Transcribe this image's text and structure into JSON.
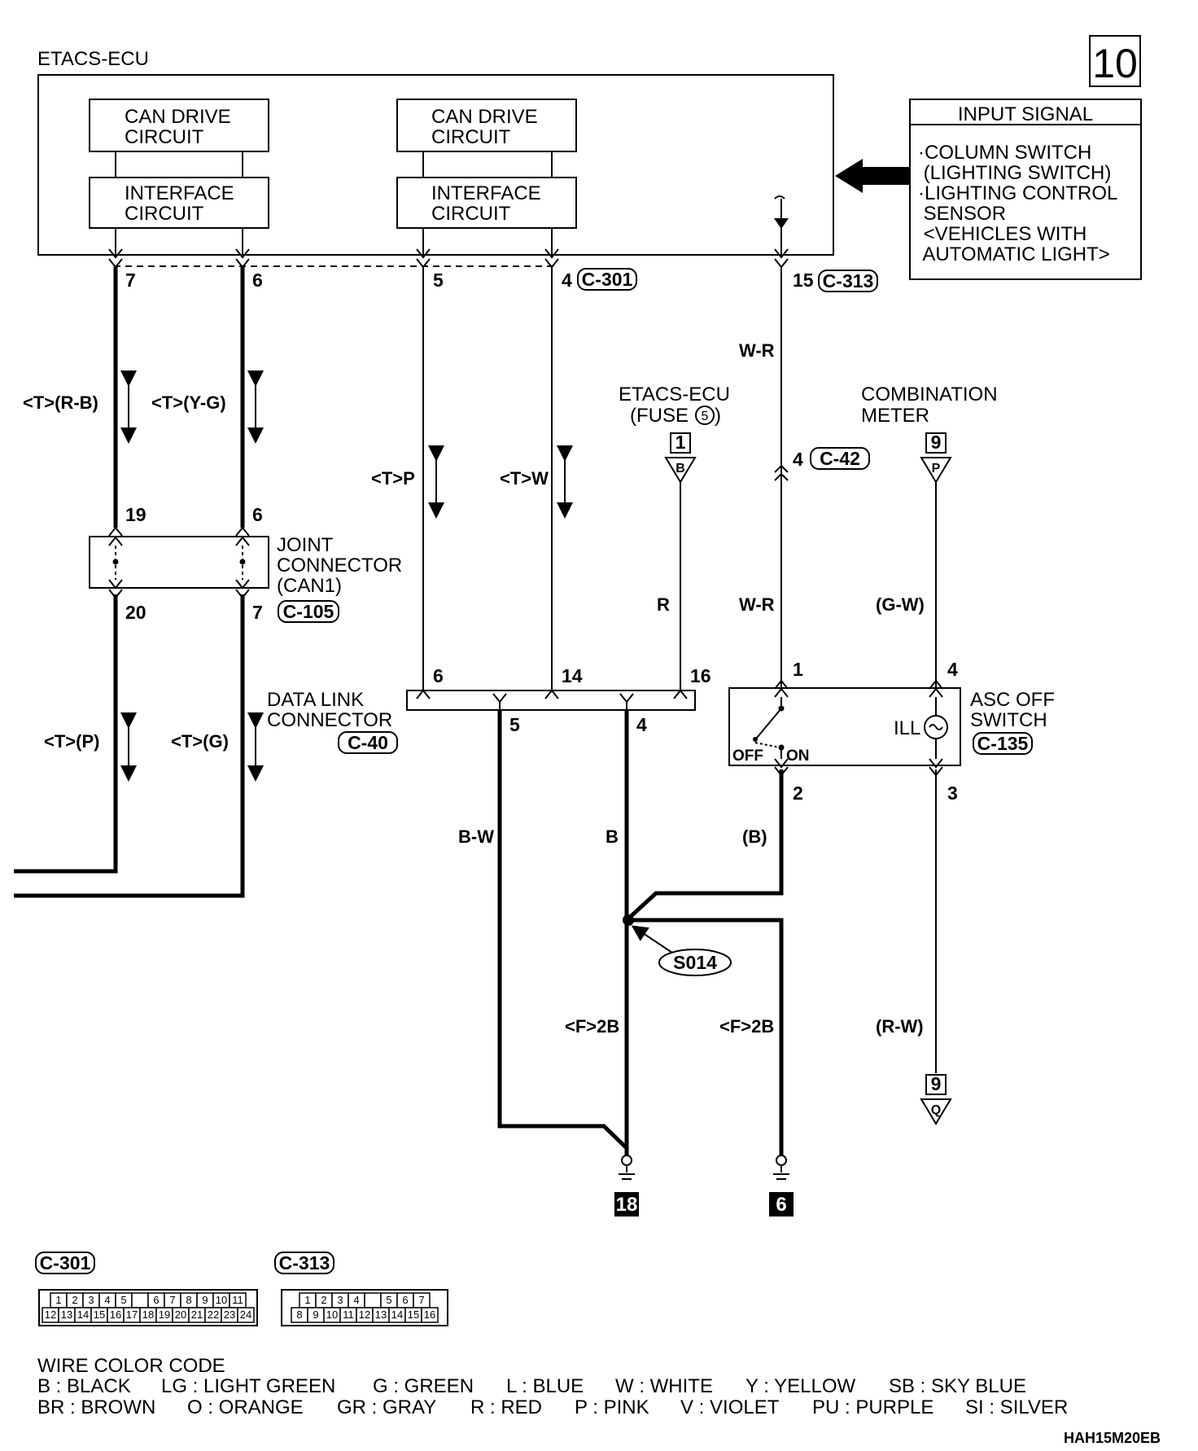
{
  "page_number": "10",
  "etacs_title": "ETACS-ECU",
  "can_circuit_1": {
    "line1": "CAN DRIVE",
    "line2": "CIRCUIT"
  },
  "interface_circuit_1": {
    "line1": "INTERFACE",
    "line2": "CIRCUIT"
  },
  "can_circuit_2": {
    "line1": "CAN DRIVE",
    "line2": "CIRCUIT"
  },
  "interface_circuit_2": {
    "line1": "INTERFACE",
    "line2": "CIRCUIT"
  },
  "input_signal": {
    "title": "INPUT SIGNAL",
    "lines": [
      "·COLUMN SWITCH",
      " (LIGHTING SWITCH)",
      "·LIGHTING CONTROL",
      " SENSOR",
      " <VEHICLES WITH",
      " AUTOMATIC LIGHT>"
    ]
  },
  "connectors": {
    "c301": "C-301",
    "c313": "C-313",
    "c42": "C-42",
    "c105": "C-105",
    "c40": "C-40",
    "c135": "C-135"
  },
  "pins": {
    "ecu_7": "7",
    "ecu_6": "6",
    "ecu_5": "5",
    "ecu_4": "4",
    "ecu_15": "15",
    "jc_19": "19",
    "jc_6": "6",
    "jc_20": "20",
    "jc_7": "7",
    "c42_4": "4",
    "dlc_6": "6",
    "dlc_14": "14",
    "dlc_16": "16",
    "dlc_5": "5",
    "dlc_4": "4",
    "asc_1": "1",
    "asc_4": "4",
    "asc_2": "2",
    "asc_3": "3"
  },
  "wire_labels": {
    "rb": "<T>(R-B)",
    "yg": "<T>(Y-G)",
    "tp": "<T>P",
    "tw": "<T>W",
    "wr1": "W-R",
    "r": "R",
    "wr2": "W-R",
    "gw": "(G-W)",
    "t_p": "<T>(P)",
    "t_g": "<T>(G)",
    "bw": "B-W",
    "b": "B",
    "paren_b": "(B)",
    "f2b_1": "<F>2B",
    "f2b_2": "<F>2B",
    "rw": "(R-W)"
  },
  "etacs_fuse": {
    "line1": "ETACS-ECU",
    "line2": "(FUSE",
    "fuse_no": "5",
    "line2_end": ")",
    "ref_num": "1",
    "ref_letter": "B"
  },
  "combination_meter": {
    "line1": "COMBINATION",
    "line2": "METER",
    "ref_num": "9",
    "ref_letter": "P"
  },
  "bottom_ref": {
    "ref_num": "9",
    "ref_letter": "Q"
  },
  "joint_connector": {
    "line1": "JOINT",
    "line2": "CONNECTOR",
    "line3": "(CAN1)"
  },
  "data_link_connector": {
    "line1": "DATA LINK",
    "line2": "CONNECTOR"
  },
  "asc_switch": {
    "line1": "ASC OFF",
    "line2": "SWITCH",
    "ill": "ILL",
    "off": "OFF",
    "on": "ON"
  },
  "splice": "S014",
  "grounds": [
    "18",
    "6"
  ],
  "connector_faces": {
    "c301": {
      "label": "C-301",
      "row1": [
        "1",
        "2",
        "3",
        "4",
        "5",
        "",
        "6",
        "7",
        "8",
        "9",
        "10",
        "11"
      ],
      "row2": [
        "12",
        "13",
        "14",
        "15",
        "16",
        "17",
        "18",
        "19",
        "20",
        "21",
        "22",
        "23",
        "24"
      ]
    },
    "c313": {
      "label": "C-313",
      "row1": [
        "1",
        "2",
        "3",
        "4",
        "",
        "5",
        "6",
        "7"
      ],
      "row2": [
        "8",
        "9",
        "10",
        "11",
        "12",
        "13",
        "14",
        "15",
        "16"
      ]
    }
  },
  "wire_color_code": {
    "title": "WIRE COLOR CODE",
    "row1": [
      "B : BLACK",
      "LG : LIGHT GREEN",
      "G : GREEN",
      "L : BLUE",
      "W : WHITE",
      "Y : YELLOW",
      "SB : SKY BLUE"
    ],
    "row2": [
      "BR : BROWN",
      "O : ORANGE",
      "GR : GRAY",
      "R : RED",
      "P : PINK",
      "V : VIOLET",
      "PU : PURPLE",
      "SI : SILVER"
    ]
  },
  "doc_code": "HAH15M20EB"
}
